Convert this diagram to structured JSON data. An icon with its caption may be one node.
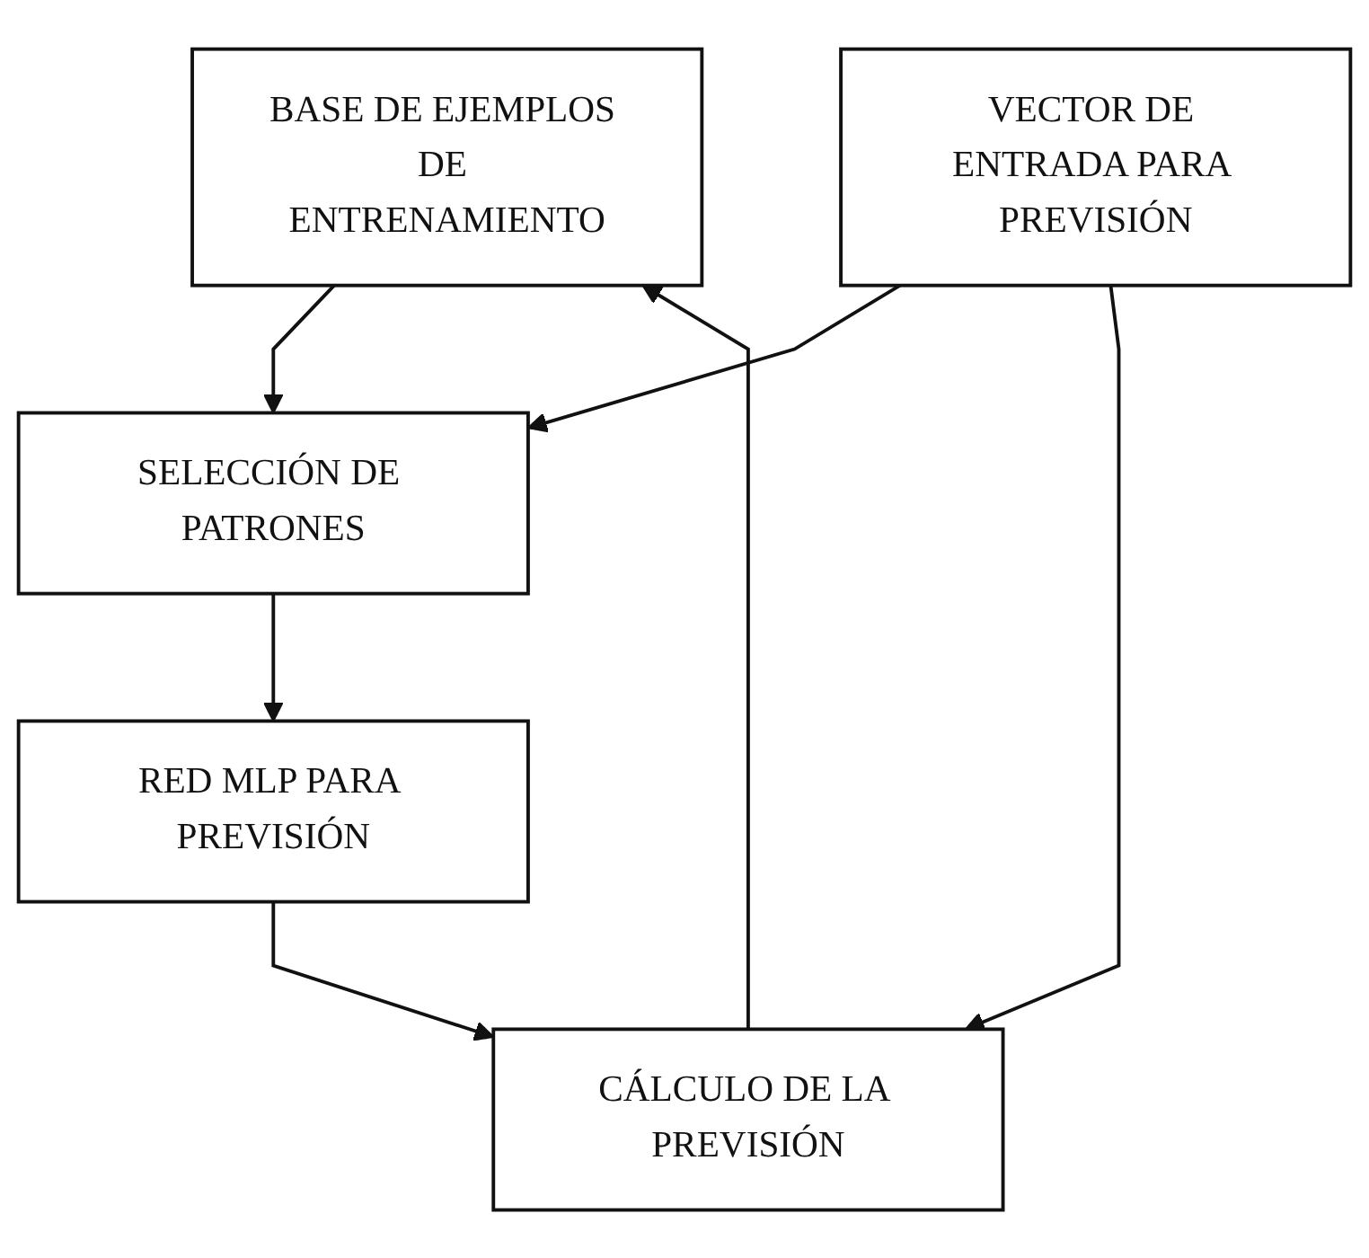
{
  "diagram": {
    "nodes": [
      {
        "text": [
          "BASE DE EJEMPLOS DE ENTRENAMIENTO"
        ]
      },
      {
        "text": [
          "VECTOR DE ENTRADA PARA PREVISIÓN"
        ]
      },
      {
        "text": [
          "SELECCIÓN DE PATRONES"
        ]
      },
      {
        "text": [
          "RED MLP PARA PREVISIÓN"
        ]
      },
      {
        "text": [
          "CÁLCULO DE LA PREVISIÓN"
        ]
      }
    ],
    "edges": [
      {
        "from": 0,
        "to": 2,
        "arrow": "to"
      },
      {
        "from": 1,
        "to": 2,
        "arrow": "to"
      },
      {
        "from": 2,
        "to": 3,
        "arrow": "to"
      },
      {
        "from": 3,
        "to": 4,
        "arrow": "to"
      },
      {
        "from": 1,
        "to": 4,
        "arrow": "to"
      },
      {
        "from": 4,
        "to": 0,
        "arrow": "to"
      }
    ]
  }
}
